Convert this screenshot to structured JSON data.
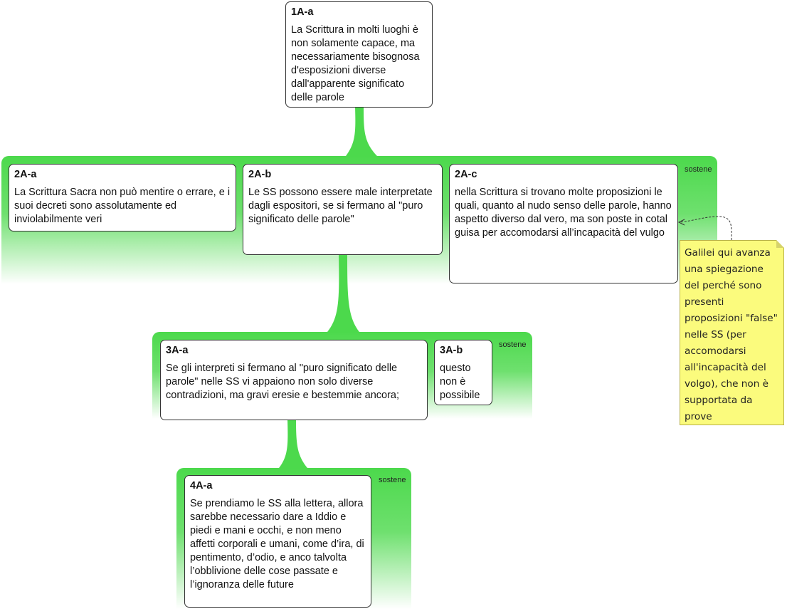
{
  "relation_label": "sostene",
  "nodes": {
    "n1Aa": {
      "id": "1A-a",
      "text": "La Scrittura in molti luoghi è non solamente capace, ma necessariamente bisognosa d'esposizioni diverse dall'apparente significato delle parole"
    },
    "n2Aa": {
      "id": "2A-a",
      "text": "La Scrittura Sacra non può mentire o errare, e i suoi decreti sono assolutamente ed inviolabilmente veri"
    },
    "n2Ab": {
      "id": "2A-b",
      "text": "Le SS possono essere male interpretate dagli espositori, se  si fermano al \"puro significato delle parole\""
    },
    "n2Ac": {
      "id": "2A-c",
      "text": "nella Scrittura si trovano molte proposizioni le quali, quanto al nudo senso delle parole, hanno aspetto diverso dal vero, ma son poste in cotal guisa per accomodarsi all’incapacità del vulgo"
    },
    "n3Aa": {
      "id": "3A-a",
      "text": "Se gli interpreti si fermano al \"puro significato delle parole\" nelle SS vi appaiono non solo diverse contradizioni, ma gravi eresie e bestemmie ancora;"
    },
    "n3Ab": {
      "id": "3A-b",
      "text": "questo non è possibile"
    },
    "n4Aa": {
      "id": "4A-a",
      "text": "Se prendiamo le SS alla lettera, allora sarebbe necessario dare a Iddio e piedi e mani e occhi, e non meno affetti corporali e umani, come d’ira, di pentimento, d’odio, e anco talvolta l’obblivione delle cose passate e l’ignoranza delle future"
    }
  },
  "note": {
    "text": "Galilei qui avanza una spiegazione del perché sono presenti proposizioni \"false\" nelle SS (per accomodarsi all'incapacità del volgo), che non è supportata da prove"
  },
  "colors": {
    "band_green": "#4cd94c",
    "note_yellow": "#fbfb7d",
    "border": "#333333"
  }
}
